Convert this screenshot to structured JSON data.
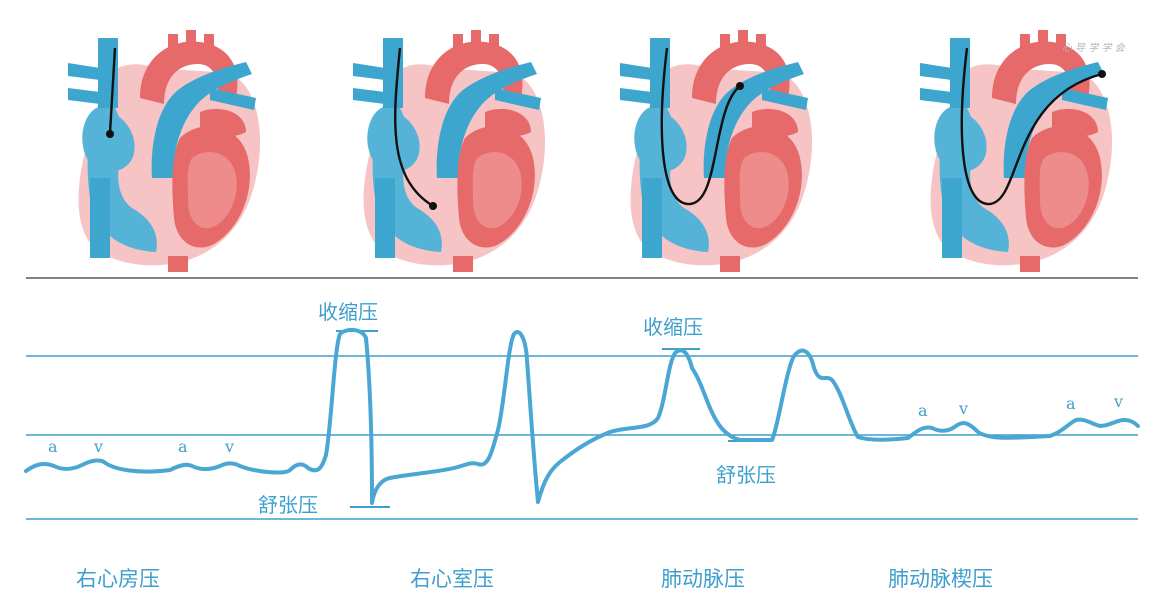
{
  "colors": {
    "vein_blue": "#3da6cf",
    "chamber_blue": "#55b3d8",
    "artery_red": "#e66a6a",
    "heart_pink": "#f6c4c4",
    "trace": "#3f9fcc",
    "divider": "#8a7f80"
  },
  "panels": [
    {
      "id": "ra",
      "section_label": "右心房压",
      "waves": [
        "a",
        "v",
        "a",
        "v"
      ]
    },
    {
      "id": "rv",
      "section_label": "右心室压",
      "systolic_label": "收缩压",
      "diastolic_label": "舒张压"
    },
    {
      "id": "pa",
      "section_label": "肺动脉压",
      "systolic_label": "收缩压",
      "diastolic_label": "舒张压"
    },
    {
      "id": "pcwp",
      "section_label": "肺动脉楔压",
      "waves": [
        "a",
        "v",
        "a",
        "v"
      ]
    }
  ],
  "watermark": "心 导 学 学 会"
}
